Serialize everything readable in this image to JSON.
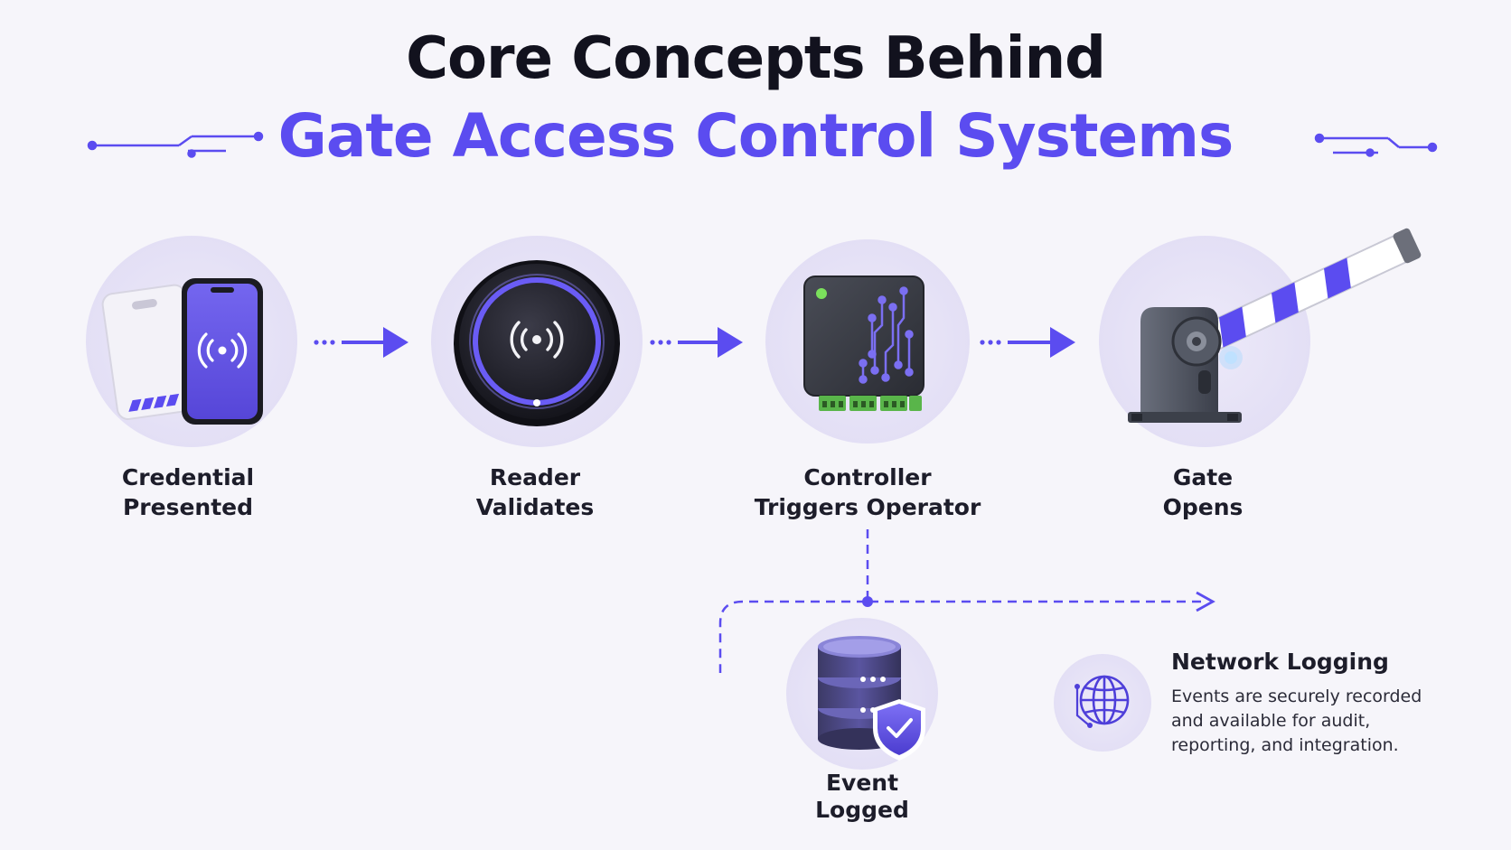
{
  "title": {
    "line1": "Core Concepts Behind",
    "line2": "Gate Access Control Systems"
  },
  "colors": {
    "accent": "#5b4cf0",
    "circle_bg": "#e8e5f7",
    "text_dark": "#12121e",
    "background": "#f6f5fa"
  },
  "steps": [
    {
      "line1": "Credential",
      "line2": "Presented",
      "icon": "phone-and-card-icon"
    },
    {
      "line1": "Reader",
      "line2": "Validates",
      "icon": "card-reader-icon"
    },
    {
      "line1": "Controller",
      "line2": "Triggers Operator",
      "icon": "controller-board-icon"
    },
    {
      "line1": "Gate",
      "line2": "Opens",
      "icon": "barrier-gate-icon"
    }
  ],
  "event": {
    "line1": "Event",
    "line2": "Logged",
    "icon": "database-shield-icon"
  },
  "network_logging": {
    "title": "Network Logging",
    "desc_lines": [
      "Events are securely recorded",
      "and available for audit,",
      "reporting, and integration."
    ],
    "icon": "globe-icon"
  }
}
